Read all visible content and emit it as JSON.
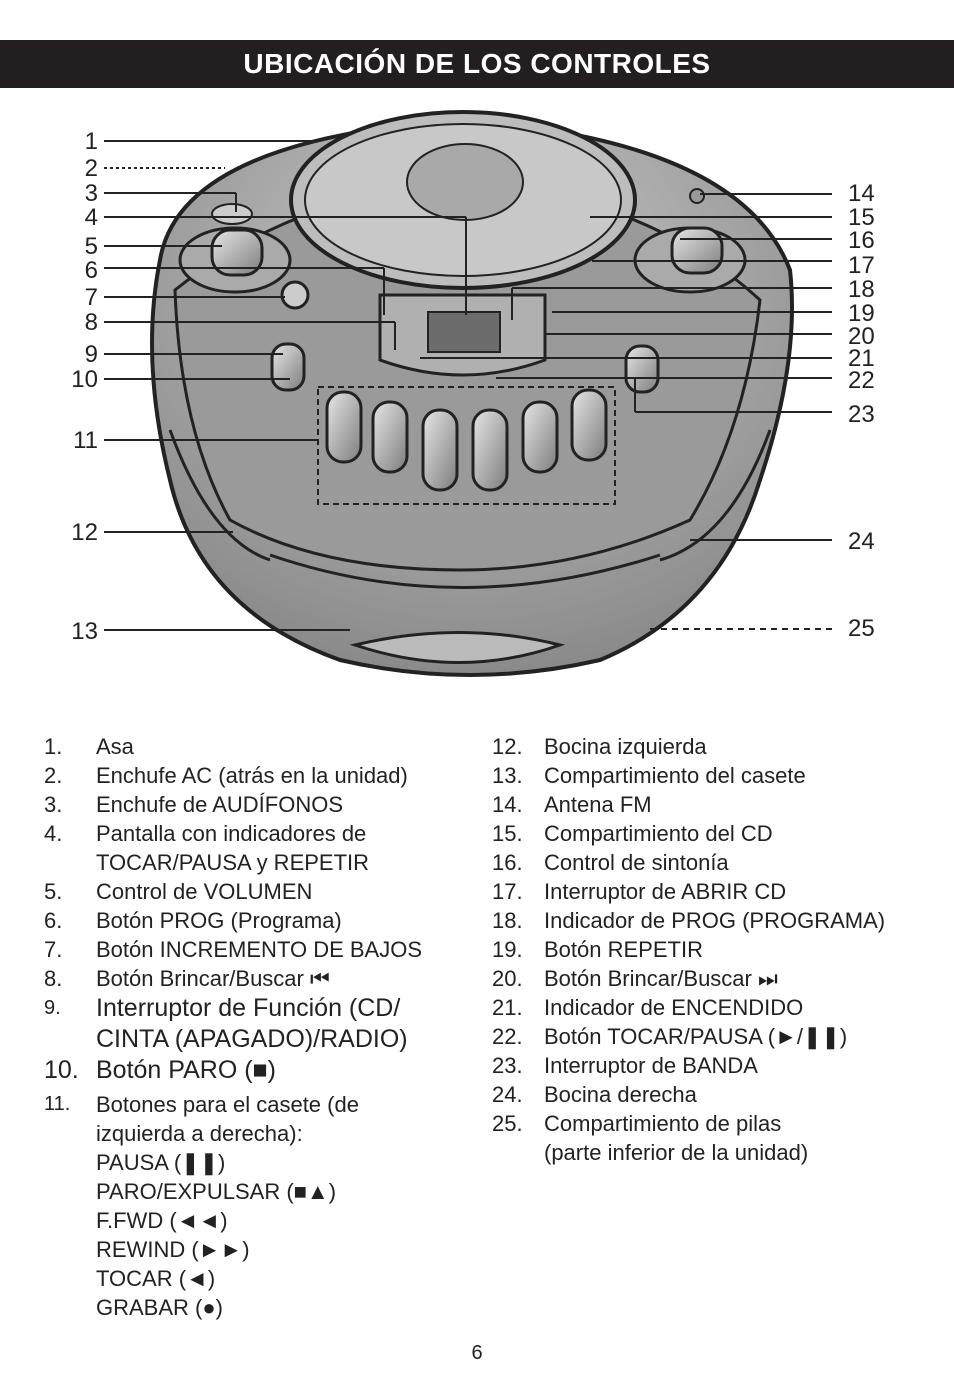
{
  "header": {
    "title": "UBICACIÓN DE LOS CONTROLES"
  },
  "callouts": {
    "left": [
      "1",
      "2",
      "3",
      "4",
      "5",
      "6",
      "7",
      "8",
      "9",
      "10",
      "11",
      "12",
      "13"
    ],
    "right": [
      "14",
      "15",
      "16",
      "17",
      "18",
      "19",
      "20",
      "21",
      "22",
      "23",
      "24",
      "25"
    ]
  },
  "list_left": [
    {
      "n": "1.",
      "t": "Asa"
    },
    {
      "n": "2.",
      "t": "Enchufe AC (atrás en la unidad)"
    },
    {
      "n": "3.",
      "t": "Enchufe de AUDÍFONOS"
    },
    {
      "n": "4.",
      "t": "Pantalla con indicadores de",
      "t2": "TOCAR/PAUSA y REPETIR"
    },
    {
      "n": "5.",
      "t": "Control de VOLUMEN"
    },
    {
      "n": "6.",
      "t": "Botón PROG (Programa)"
    },
    {
      "n": "7.",
      "t": "Botón INCREMENTO DE BAJOS"
    },
    {
      "n": "8.",
      "t": "Botón Brincar/Buscar ⏮"
    },
    {
      "n": "9.",
      "t": "Interruptor de Función (CD/",
      "t2": "CINTA (APAGADO)/RADIO)"
    },
    {
      "n": "10.",
      "t": "Botón PARO (■)"
    },
    {
      "n": "11.",
      "t": "Botones para el casete (de",
      "t2": "izquierda a derecha):",
      "sub": [
        "PAUSA (❚❚)",
        "PARO/EXPULSAR (■▲)",
        "F.FWD (◄◄)",
        "REWIND (►►)",
        "TOCAR (◄)",
        "GRABAR (●)"
      ]
    }
  ],
  "list_right": [
    {
      "n": "12.",
      "t": "Bocina izquierda"
    },
    {
      "n": "13.",
      "t": "Compartimiento del casete"
    },
    {
      "n": "14.",
      "t": "Antena FM"
    },
    {
      "n": "15.",
      "t": "Compartimiento del CD"
    },
    {
      "n": "16.",
      "t": "Control de sintonía"
    },
    {
      "n": "17.",
      "t": "Interruptor de ABRIR CD"
    },
    {
      "n": "18.",
      "t": "Indicador de PROG (PROGRAMA)"
    },
    {
      "n": "19.",
      "t": "Botón REPETIR"
    },
    {
      "n": "20.",
      "t": "Botón Brincar/Buscar ⏭"
    },
    {
      "n": "21.",
      "t": "Indicador de ENCENDIDO"
    },
    {
      "n": "22.",
      "t": "Botón TOCAR/PAUSA (►/❚❚)"
    },
    {
      "n": "23.",
      "t": "Interruptor de BANDA"
    },
    {
      "n": "24.",
      "t": "Bocina derecha"
    },
    {
      "n": "25.",
      "t": "Compartimiento de pilas",
      "t2": "(parte inferior de la unidad)"
    }
  ],
  "page_number": "6"
}
